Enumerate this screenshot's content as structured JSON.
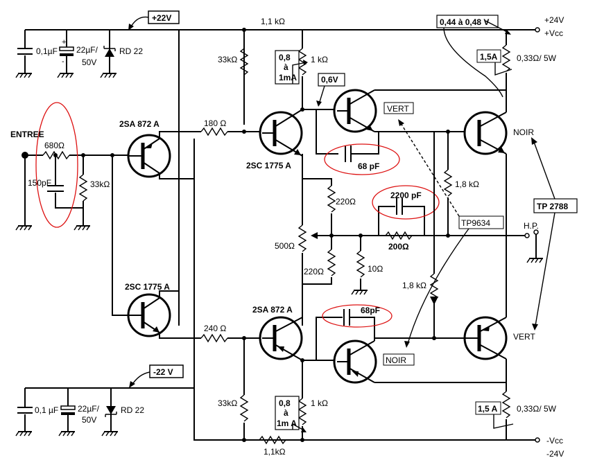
{
  "rails": {
    "pos_label": "+22V",
    "neg_label": "-22 V"
  },
  "outputs": {
    "plus24": "+24V",
    "vcc_pos": "+Vcc",
    "minus24": "-24V",
    "vcc_neg": "-Vcc",
    "hp": "H.P."
  },
  "input": {
    "label": "ENTREE"
  },
  "bias_box": "0,44 à 0,48 V",
  "v06": "0,6V",
  "current_top": [
    "0,8",
    "à",
    "1mA"
  ],
  "current_bot": [
    "0,8",
    "à",
    "1m A"
  ],
  "fuse_top": "1,5A",
  "fuse_bot": "1,5 A",
  "part_tp2788": "TP 2788",
  "part_tp9634": "TP9634",
  "color_vert_top": "VERT",
  "color_noir_bot": "NOIR",
  "color_noir_out": "NOIR",
  "color_vert_out": "VERT",
  "transistors": {
    "q1": "2SA 872 A",
    "q2": "2SC 1775 A",
    "q3": "2SC 1775 A",
    "q4": "2SA 872 A"
  },
  "components": {
    "c_top_1": "0,1µF",
    "c_top_2a": "22µF/",
    "c_top_2b": "50V",
    "z_top": "RD 22",
    "c_bot_1": "0,1 µF",
    "c_bot_2a": "22µF/",
    "c_bot_2b": "50V",
    "z_bot": "RD 22",
    "r_in": "680Ω",
    "c_in": "150pF",
    "r_in2": "33kΩ",
    "r_top_1k1": "1,1 kΩ",
    "r_top_33k": "33kΩ",
    "r_top_1k": "1 kΩ",
    "r_180": "180 Ω",
    "r_240": "240 Ω",
    "c_68_top": "68 pF",
    "c_68_bot": "68pF",
    "r_220_top": "220Ω",
    "r_220_bot": "220Ω",
    "pot_500": "500Ω",
    "c_2200": "2200 pF",
    "r_200": "200Ω",
    "r_10": "10Ω",
    "r_1k8_top": "1,8 kΩ",
    "r_1k8_bot": "1,8 kΩ",
    "r_033_top": "0,33Ω/ 5W",
    "r_033_bot": "0,33Ω/ 5W",
    "r_bot_33k": "33kΩ",
    "r_bot_1k": "1 kΩ",
    "r_bot_1k1": "1,1kΩ"
  }
}
